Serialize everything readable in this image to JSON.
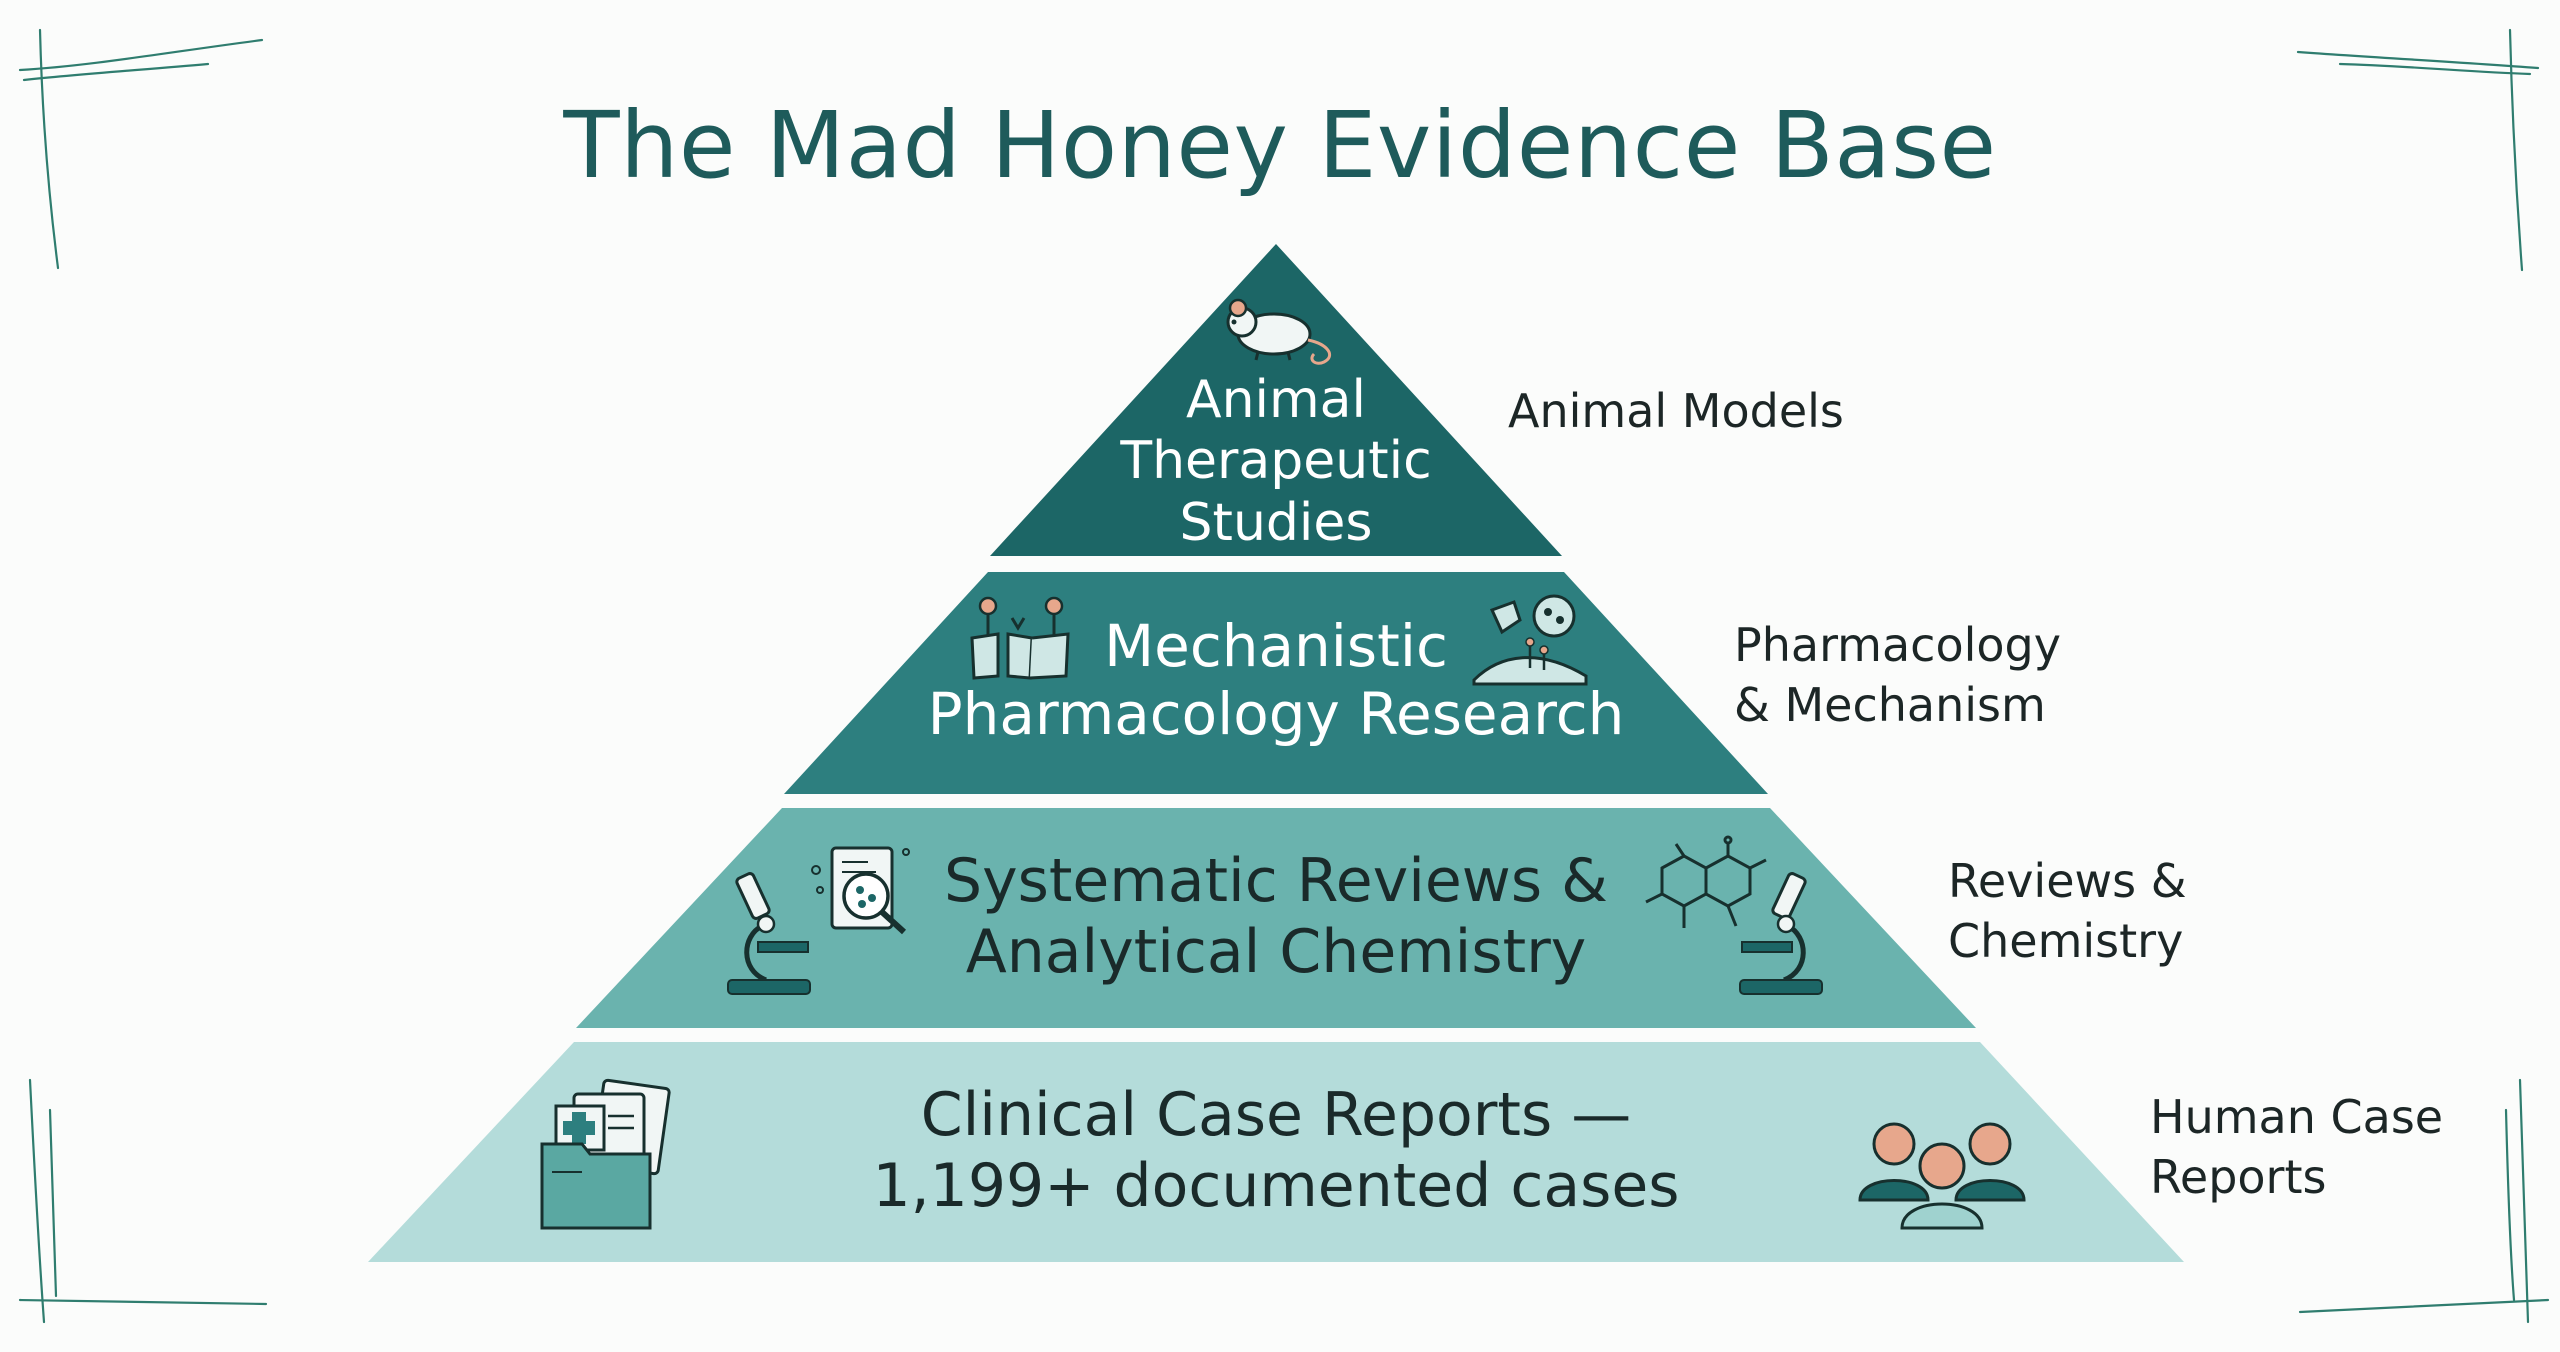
{
  "title": "The Mad Honey Evidence Base",
  "colors": {
    "title": "#1e5b5b",
    "tier_1": "#1c6666",
    "tier_2": "#2d7f7f",
    "tier_3": "#6ab3ae",
    "tier_4": "#b4dcda",
    "tier_text_light": "#ffffff",
    "tier_text_dark": "#1a2a2a",
    "icon_accent": "#e7a78c",
    "frame": "#2f7d6f"
  },
  "tiers": [
    {
      "name": "animal",
      "lines": [
        "Animal",
        "Therapeutic",
        "Studies"
      ],
      "side_lines": [
        "Animal Models"
      ],
      "icons": [
        "mouse-icon"
      ]
    },
    {
      "name": "mechanistic",
      "lines": [
        "Mechanistic",
        "Pharmacology Research"
      ],
      "side_lines": [
        "Pharmacology",
        "& Mechanism"
      ],
      "icons": [
        "receptor-icon",
        "molecule-binding-icon"
      ]
    },
    {
      "name": "systematic",
      "lines": [
        "Systematic Reviews &",
        "Analytical Chemistry"
      ],
      "side_lines": [
        "Reviews &",
        "Chemistry"
      ],
      "icons": [
        "microscope-icon",
        "document-search-icon",
        "chemical-structure-icon",
        "microscope-icon"
      ]
    },
    {
      "name": "clinical",
      "lines": [
        "Clinical Case Reports —",
        "1,199+ documented cases"
      ],
      "side_lines": [
        "Human Case",
        "Reports"
      ],
      "icons": [
        "medical-folder-icon",
        "people-group-icon"
      ]
    }
  ]
}
